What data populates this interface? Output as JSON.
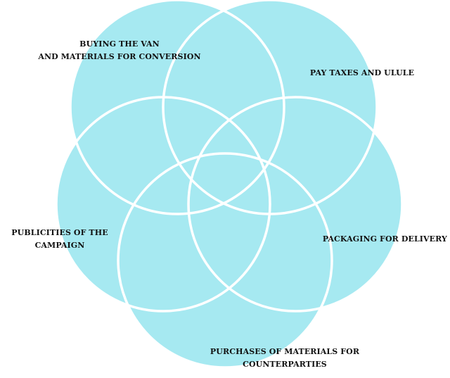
{
  "colors": {
    "petal_fill": "#A6E9F1",
    "petal_stroke": "#ffffff",
    "text": "#111111",
    "background": "#ffffff"
  },
  "labels": {
    "top_left": {
      "line1": "BUYING THE VAN",
      "line2": "AND MATERIALS FOR CONVERSION"
    },
    "top_right": {
      "line1": "PAY TAXES AND ULULE"
    },
    "left": {
      "line1": "PUBLICITIES OF THE",
      "line2": "CAMPAIGN"
    },
    "right": {
      "line1": "PACKAGING FOR DELIVERY"
    },
    "bottom": {
      "line1": "PURCHASES OF MATERIALS FOR",
      "line2": "COUNTERPARTIES"
    }
  }
}
